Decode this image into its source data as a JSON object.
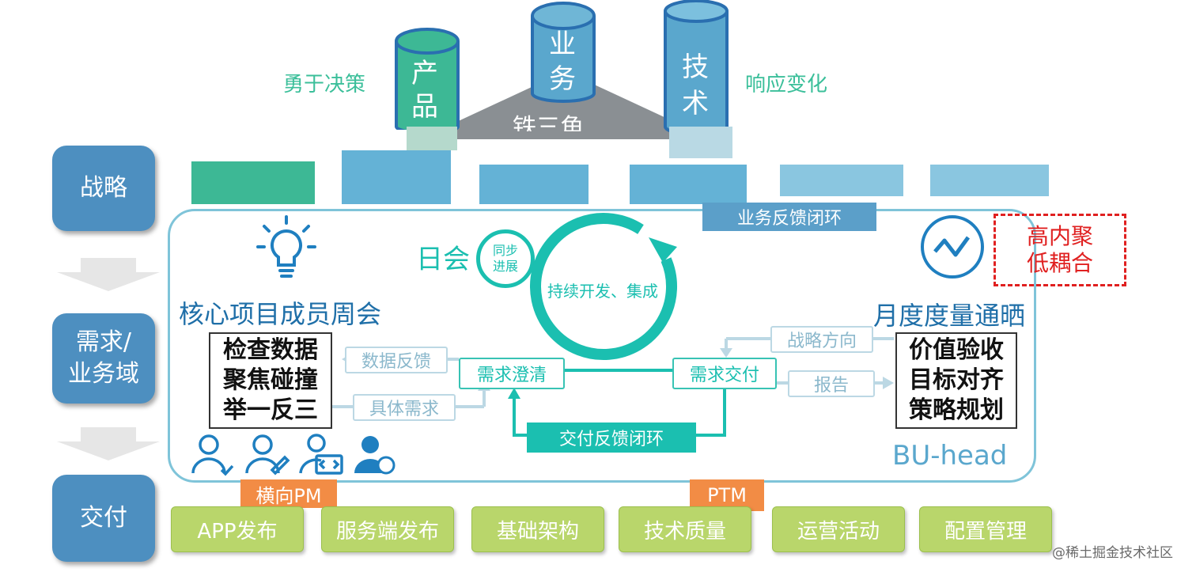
{
  "top": {
    "left_slogan": "勇于决策",
    "right_slogan": "响应变化",
    "cyl_product": "产\n品",
    "cyl_business": "业\n务",
    "cyl_tech": "技\n术",
    "triangle_label": "铁三角"
  },
  "stages": {
    "strategy": "战略",
    "requirement": "需求/\n业务域",
    "delivery": "交付"
  },
  "core": {
    "business_loop": "业务反馈闭环",
    "daily": "日会",
    "sync": "同步\n进展",
    "ci": "持续开发、集成",
    "weekly": "核心项目成员周会",
    "monthly": "月度度量通晒",
    "high_cohesion": "高内聚\n低耦合",
    "check": "检查数据\n聚焦碰撞\n举一反三",
    "value": "价值验收\n目标对齐\n策略规划",
    "data_feedback": "数据反馈",
    "specific_req": "具体需求",
    "req_clarify": "需求澄清",
    "req_delivery": "需求交付",
    "strategy_dir": "战略方向",
    "report": "报告",
    "delivery_loop": "交付反馈闭环",
    "bu_head": "BU-head"
  },
  "pm": {
    "horizontal_pm": "横向PM",
    "ptm": "PTM"
  },
  "bottom": [
    "APP发布",
    "服务端发布",
    "基础架构",
    "技术质量",
    "运营活动",
    "配置管理"
  ],
  "watermark": "@稀土掘金技术社区",
  "colors": {
    "stage_blue": "#4d8fc0",
    "teal": "#1bbfb0",
    "green": "#3bbf9a",
    "lime": "#b9d66b",
    "orange": "#f28c45",
    "red": "#e02020"
  }
}
